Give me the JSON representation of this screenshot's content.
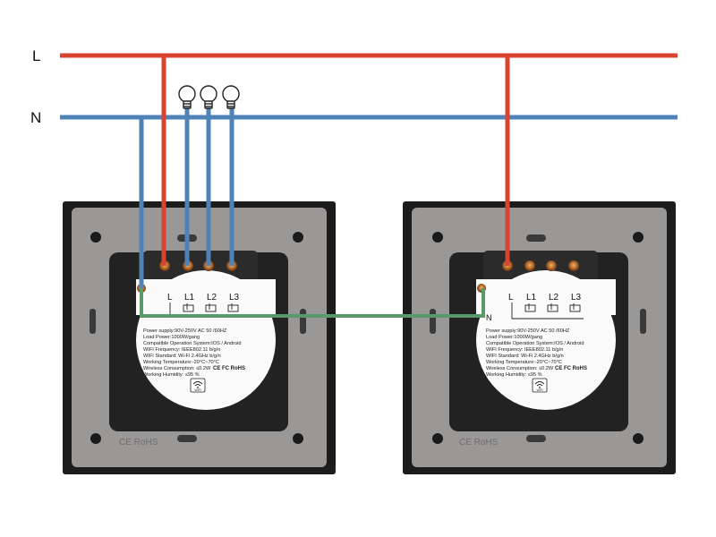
{
  "rails": {
    "live_label": "L",
    "neutral_label": "N"
  },
  "switches": [
    {
      "terminals": [
        "L",
        "L1",
        "L2",
        "L3"
      ],
      "neutral_label": "",
      "specs": [
        "Power supply:90V-250V AC  50 /60HZ",
        "Load Power:1000W/gang",
        "Compatible Operation System:IOS / Android",
        "WIFI Frequency: IEEE802.11 b/g/n",
        "WIFI Standard: Wi-Fi 2.4GHz b/g/n",
        "Working Temperature:-20°C~70°C",
        "Wireless Consumption: ≤0.2W",
        "Working Humidity: ≤95 %"
      ],
      "cert_marks": "CE FC RoHS",
      "wifi_caption": "WIFI",
      "emboss": "CE RoHS"
    },
    {
      "terminals": [
        "L",
        "L1",
        "L2",
        "L3"
      ],
      "neutral_label": "N",
      "specs": [
        "Power supply:90V-250V AC  50 /60HZ",
        "Load Power:1000W/gang",
        "Compatible Operation System:IOS / Android",
        "WIFI Frequency: IEEE802.11 b/g/n",
        "WIFI Standard: Wi-Fi 2.4GHz b/g/n",
        "Working Temperature:-20°C~70°C",
        "Wireless Consumption: ≤0.2W",
        "Working Humidity: ≤95 %"
      ],
      "cert_marks": "CE FC RoHS",
      "wifi_caption": "WIFI",
      "emboss": "CE RoHS"
    }
  ],
  "colors": {
    "live_wire": "#d9432f",
    "neutral_wire": "#4f83b8",
    "link_wire": "#5a9a6a",
    "frame": "#1c1c1c",
    "plate": "#9a9797",
    "module": "#222222",
    "label_disc": "#fafafa"
  },
  "icons": {
    "bulb": "light-bulb-icon",
    "wifi": "wifi-icon",
    "screw": "screw-terminal-icon"
  }
}
